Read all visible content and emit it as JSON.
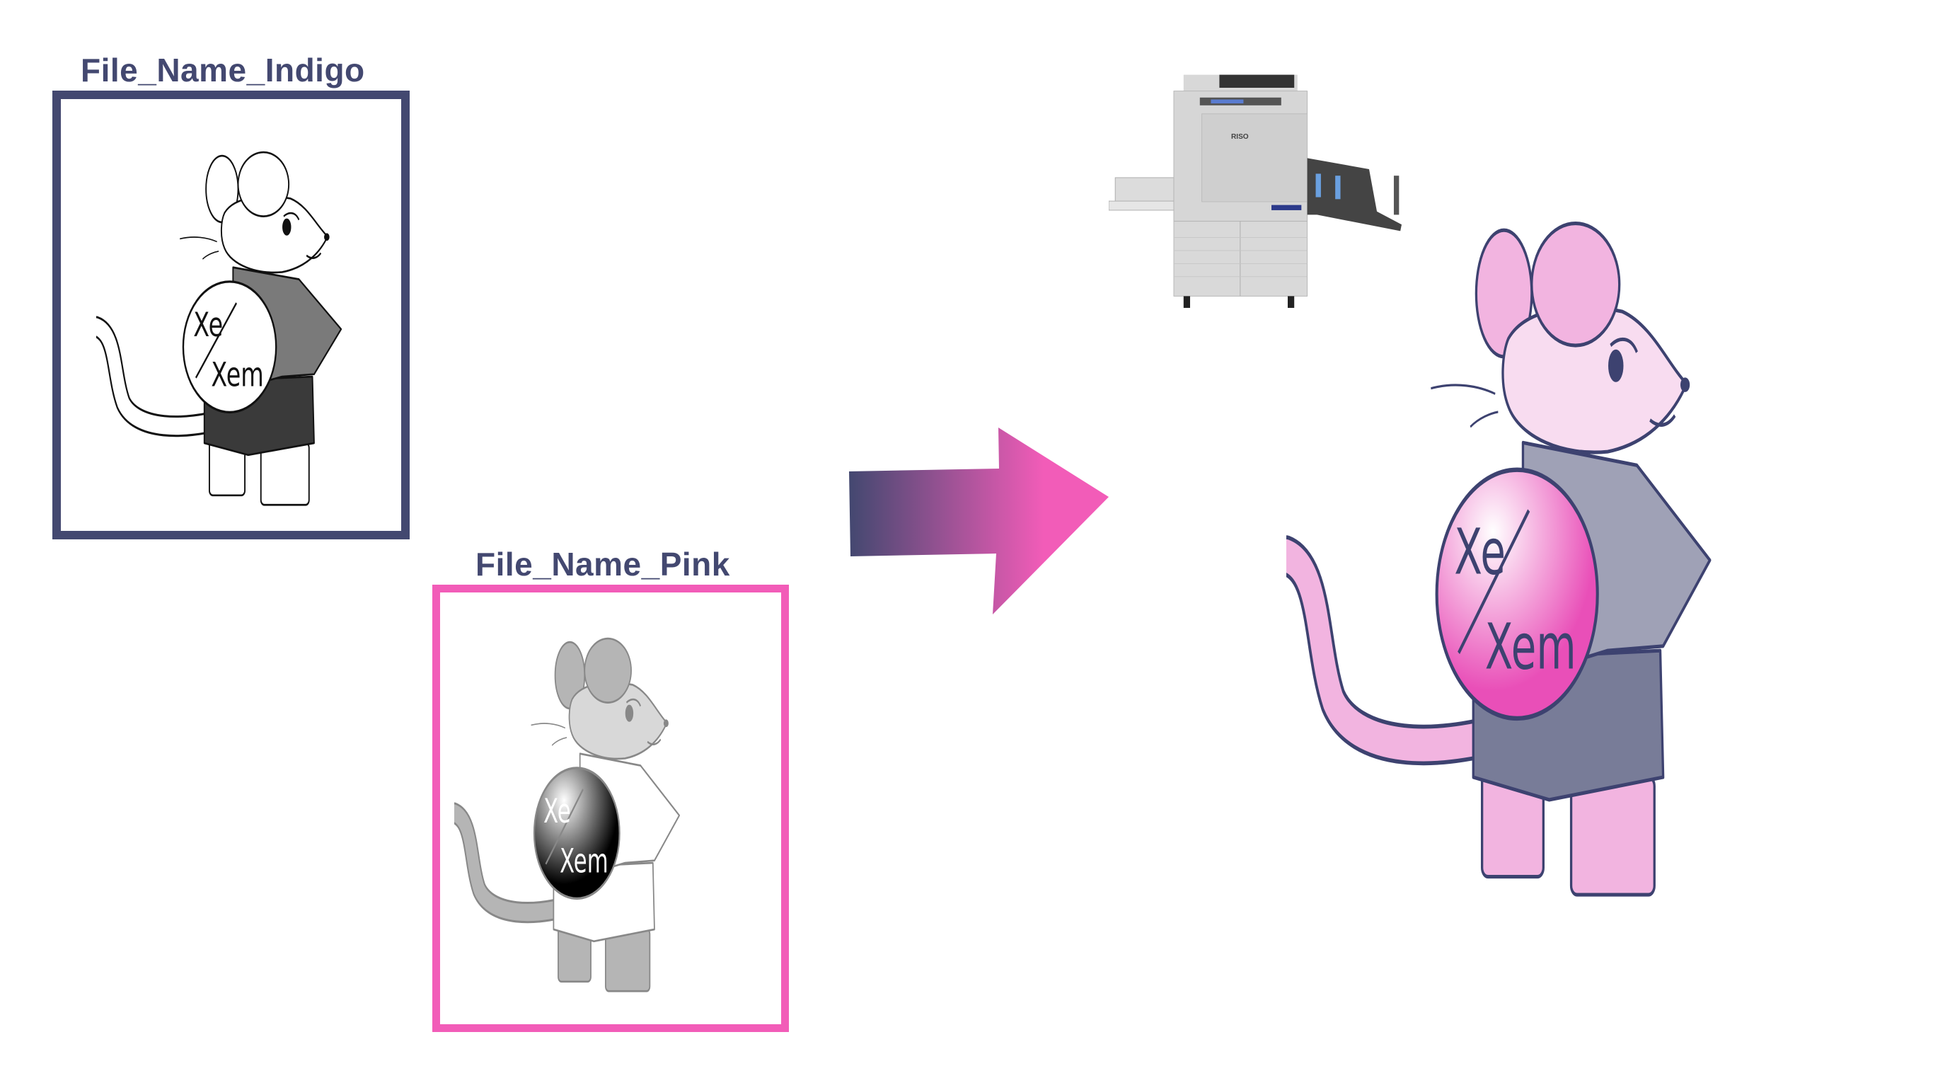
{
  "files": [
    {
      "label": "File_Name_Indigo",
      "color": "#434870"
    },
    {
      "label": "File_Name_Pink",
      "color": "#f25cb8"
    }
  ],
  "arrow": {
    "from_color": "#434870",
    "to_color": "#f25cb8"
  },
  "printer": {
    "brand": "RISO"
  },
  "illustration": {
    "shield_top": "Xe",
    "shield_bottom": "Xem"
  }
}
